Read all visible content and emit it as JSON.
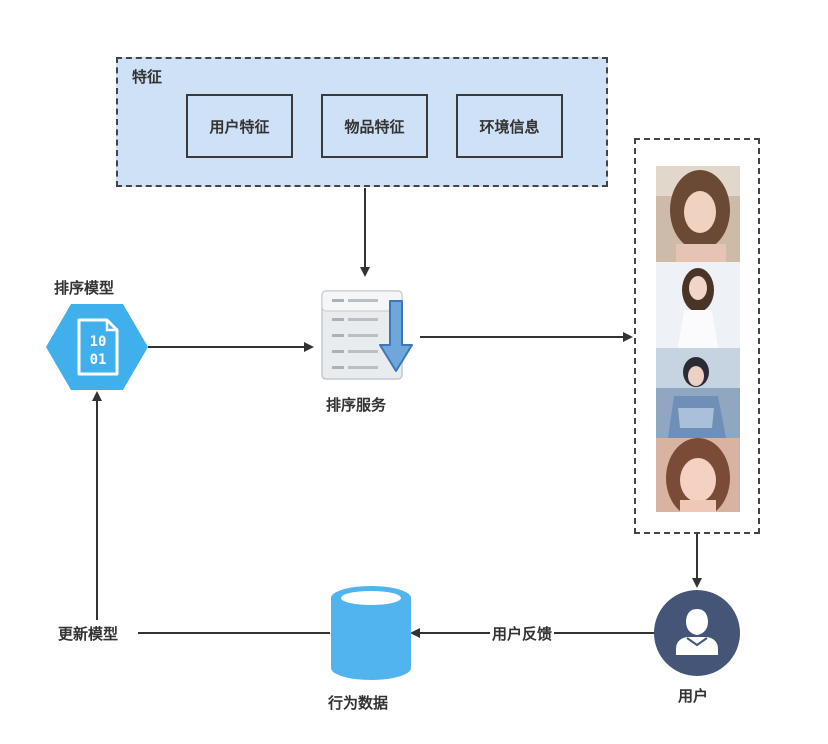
{
  "features": {
    "title": "特征",
    "items": [
      "用户特征",
      "物品特征",
      "环境信息"
    ]
  },
  "nodes": {
    "ranking_model": "排序模型",
    "ranking_model_icon_text": [
      "10",
      "01"
    ],
    "ranking_service": "排序服务",
    "behavior_data": "行为数据",
    "user": "用户"
  },
  "edges": {
    "update_model": "更新模型",
    "user_feedback": "用户反馈"
  },
  "colors": {
    "feature_bg": "#cfe1f6",
    "model_hex": "#3fb0ec",
    "database": "#52b4ee",
    "user_circle": "#445577",
    "arrow": "#333333"
  },
  "icons": [
    "binary-file-icon",
    "server-sort-icon",
    "database-icon",
    "user-avatar-icon"
  ],
  "result_photos": 4
}
